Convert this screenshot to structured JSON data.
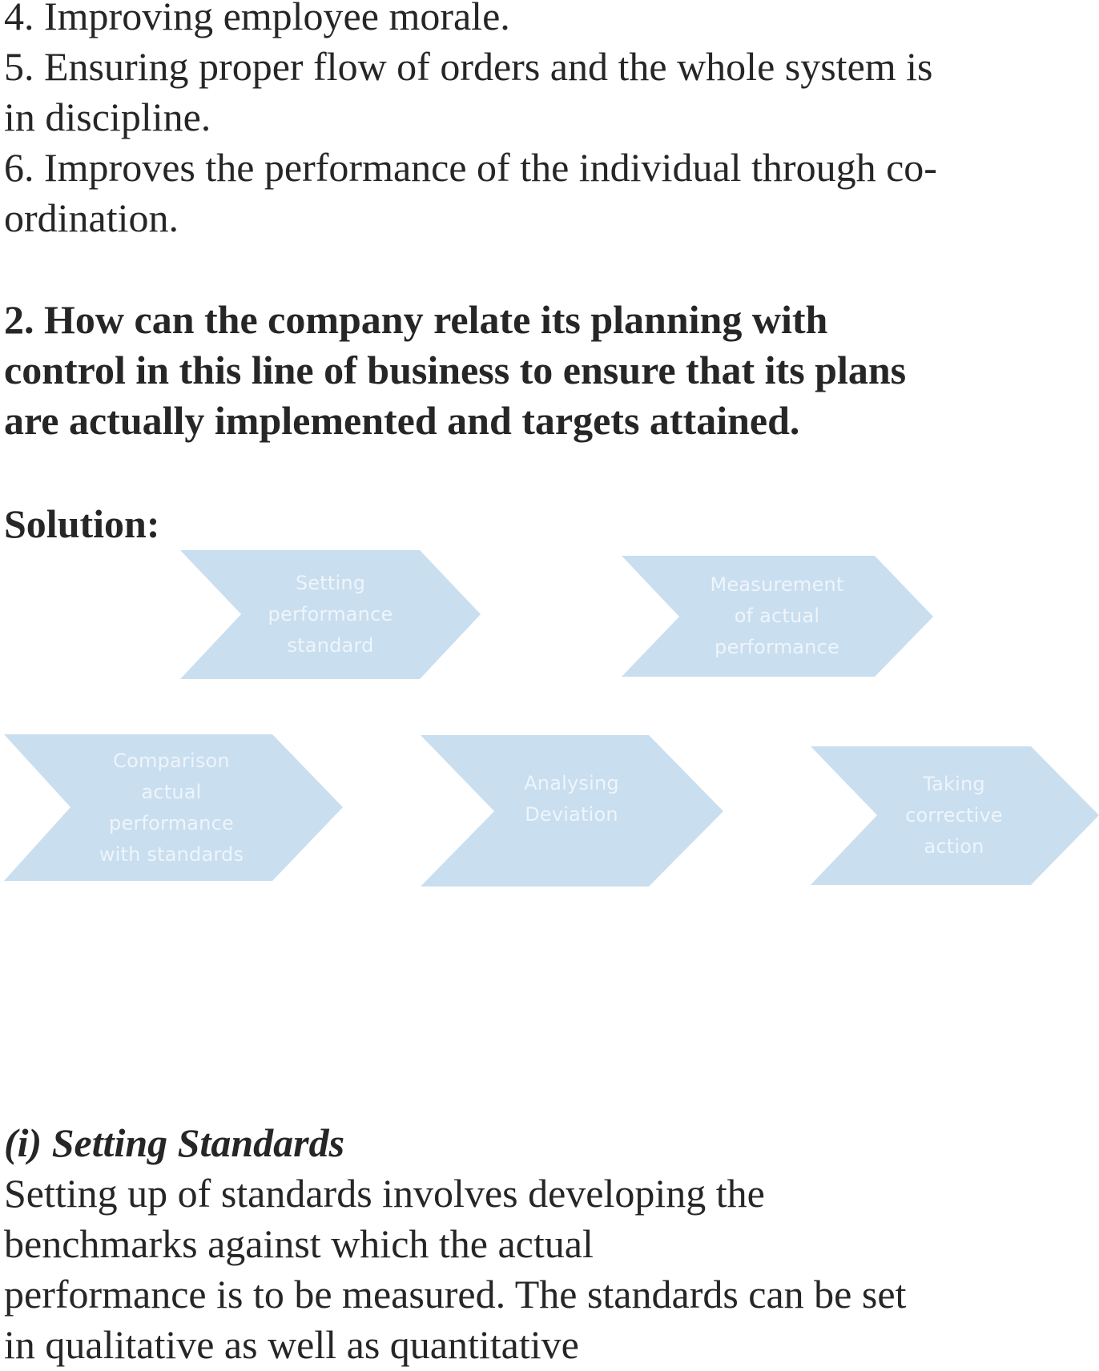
{
  "document": {
    "list_items": {
      "line1": "4. Improving employee morale.",
      "line2": "5. Ensuring proper flow of orders and the whole system is",
      "line3": "in discipline.",
      "line4": "6. Improves the performance of the individual through co-",
      "line5": "ordination."
    },
    "question": {
      "line1": "2. How can the company relate its planning with",
      "line2": "control in this line of business to ensure that its plans",
      "line3": "are actually implemented and targets attained."
    },
    "solution_label": "Solution:",
    "diagram": {
      "fill_color": "#C9DEEF",
      "text_color": "#EEF5FB",
      "steps": [
        {
          "lines": [
            "Setting",
            "performance",
            "standard"
          ]
        },
        {
          "lines": [
            "Measurement",
            "of actual",
            "performance"
          ]
        },
        {
          "lines": [
            "Comparison",
            "actual",
            "performance",
            "with standards"
          ]
        },
        {
          "lines": [
            "Analysing",
            "Deviation"
          ]
        },
        {
          "lines": [
            "Taking",
            "corrective",
            "action"
          ]
        }
      ]
    },
    "section": {
      "heading": "(i) Setting Standards",
      "body": {
        "line1": "Setting up of standards involves developing the",
        "line2": "benchmarks against which the actual",
        "line3": "performance is to be measured. The standards can be set",
        "line4": "in qualitative as well as quantitative"
      }
    }
  }
}
